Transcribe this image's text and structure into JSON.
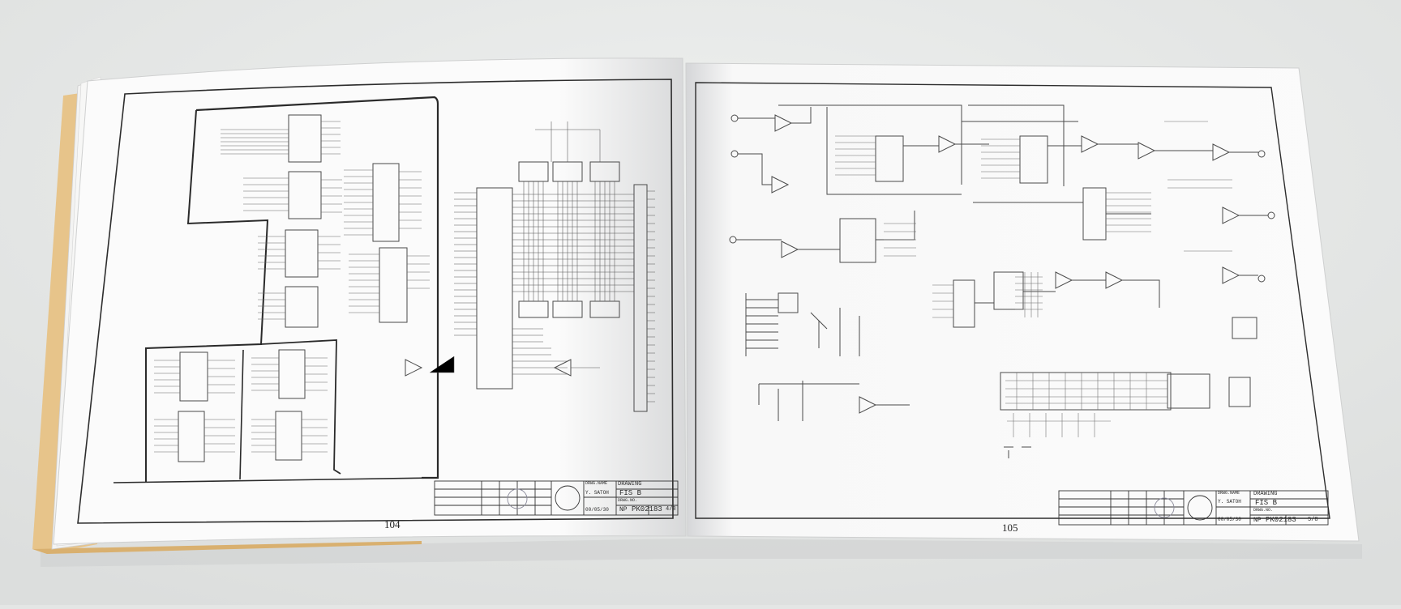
{
  "scene": {
    "subject": "open-schematic-booklet"
  },
  "left_page": {
    "page_number": "104",
    "title_block": {
      "heading": "DRAWING",
      "title": "FIS B",
      "drawing_no_label": "DRWG.NO.",
      "drawing_no": "PK02183",
      "sheet": "4/8",
      "size": "NP",
      "drawn_by_label": "DRWG.NAME",
      "drawn_by": "Y. SATOH",
      "date": "00/05/30"
    }
  },
  "right_page": {
    "page_number": "105",
    "title_block": {
      "heading": "DRAWING",
      "title": "FIS B",
      "drawing_no_label": "DRWG.NO.",
      "drawing_no": "PK02183",
      "sheet": "5/8",
      "size": "NP",
      "drawn_by_label": "DRWG.NAME",
      "drawn_by": "Y. SATOH",
      "date": "00/05/30"
    }
  },
  "colors": {
    "table": "#e4e6e5",
    "paper": "#fbfbfb",
    "ink": "#3a3a3a",
    "cover": "#e7c48a"
  }
}
